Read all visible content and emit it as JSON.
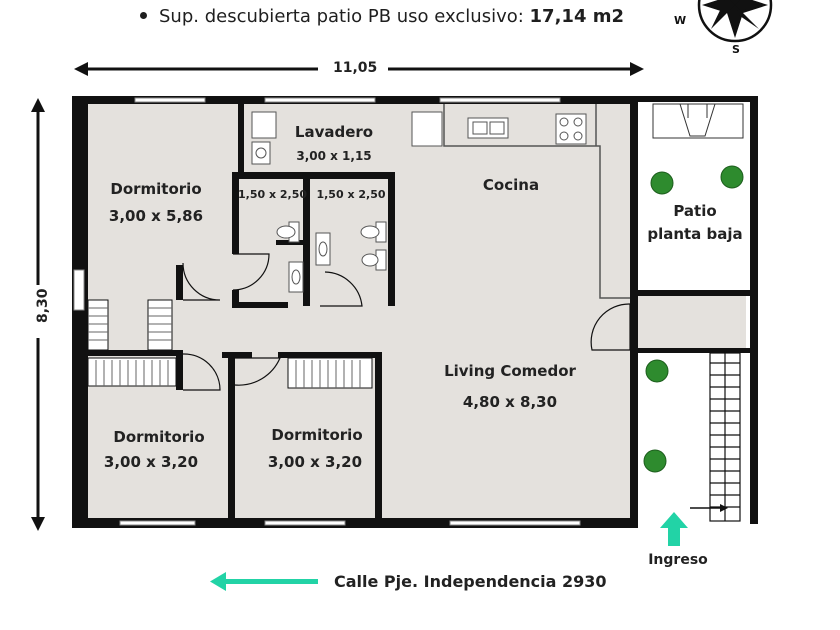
{
  "header": {
    "bullet_label": "Sup. descubierta patio PB uso exclusivo: ",
    "bullet_value": "17,14 m2"
  },
  "compass": {
    "w_label": "W",
    "s_label": "S"
  },
  "dimensions": {
    "width": "11,05",
    "height": "8,30"
  },
  "rooms": {
    "dormitorio_1": {
      "name": "Dormitorio",
      "size": "3,00 x 5,86"
    },
    "lavadero": {
      "name": "Lavadero",
      "size": "3,00 x 1,15"
    },
    "bano_1": {
      "size": "1,50 x 2,50"
    },
    "bano_2": {
      "size": "1,50 x 2,50"
    },
    "cocina": {
      "name": "Cocina"
    },
    "patio": {
      "line1": "Patio",
      "line2": "planta baja"
    },
    "living": {
      "name": "Living Comedor",
      "size": "4,80 x 8,30"
    },
    "dormitorio_2": {
      "name": "Dormitorio",
      "size": "3,00 x 3,20"
    },
    "dormitorio_3": {
      "name": "Dormitorio",
      "size": "3,00 x 3,20"
    }
  },
  "entrance": {
    "label": "Ingreso"
  },
  "street": {
    "label": "Calle Pje. Independencia 2930"
  },
  "colors": {
    "floor": "#e4e1dd",
    "wall": "#111111",
    "accent": "#22d3a6",
    "plant": "#2e8b2e"
  }
}
